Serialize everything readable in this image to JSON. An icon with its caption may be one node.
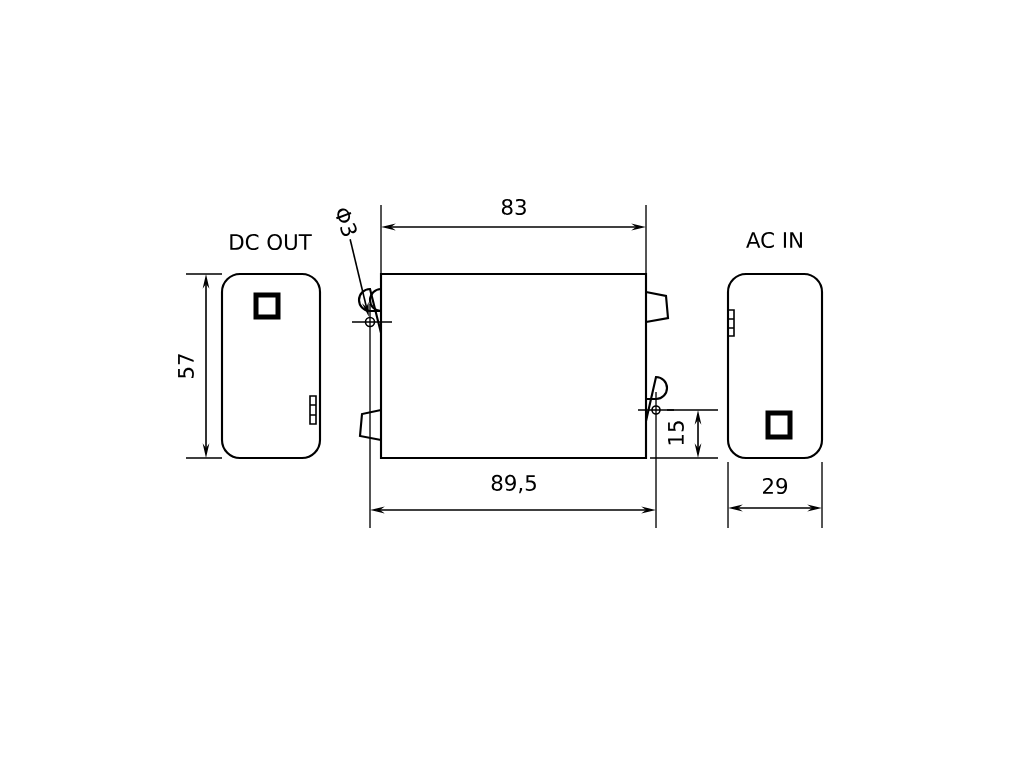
{
  "diagram": {
    "nodes": [
      {
        "text": [
          "DC OUT"
        ]
      },
      {
        "text": [],
        "shape": "box"
      },
      {
        "text": [
          "AC IN"
        ]
      },
      {
        "text": [
          "Φ3"
        ]
      },
      {
        "text": [],
        "shape": "circle"
      }
    ],
    "edges": [
      {
        "from": 3,
        "to": 4,
        "arrow": "to"
      }
    ],
    "labels": [
      "83",
      "57",
      "89,5",
      "15",
      "29"
    ]
  }
}
